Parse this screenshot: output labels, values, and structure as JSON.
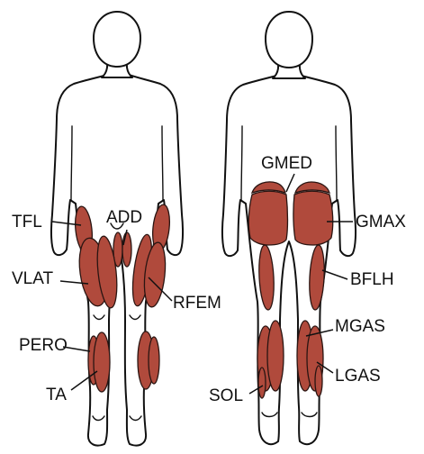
{
  "colors": {
    "muscle": "#b04a3c",
    "muscle_outline": "#2a1512",
    "line": "#111111",
    "background": "#ffffff"
  },
  "views": [
    {
      "name": "front-view"
    },
    {
      "name": "back-view"
    }
  ],
  "labels": {
    "tfl": "TFL",
    "add": "ADD",
    "vlat": "VLAT",
    "rfem": "RFEM",
    "pero": "PERO",
    "ta": "TA",
    "gmed": "GMED",
    "gmax": "GMAX",
    "bflh": "BFLH",
    "mgas": "MGAS",
    "lgas": "LGAS",
    "sol": "SOL"
  }
}
